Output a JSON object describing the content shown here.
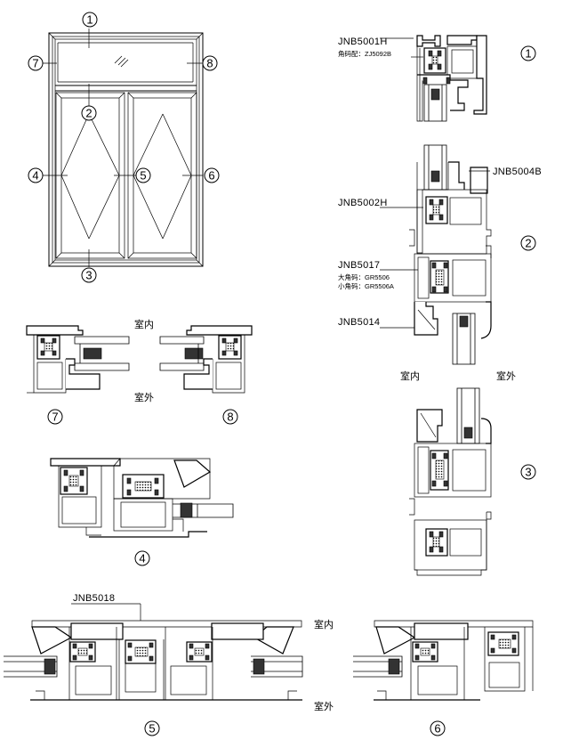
{
  "window_markers": [
    "1",
    "2",
    "3",
    "4",
    "5",
    "6",
    "7",
    "8"
  ],
  "section_numbers": {
    "s1": "1",
    "s2": "2",
    "s3": "3",
    "s4": "4",
    "s5": "5",
    "s6": "6",
    "s7": "7",
    "s8": "8"
  },
  "profiles": {
    "p1": {
      "code": "JNB5001H",
      "sub": "角码配：ZJ5092B"
    },
    "p2": {
      "code": "JNB5004B"
    },
    "p3": {
      "code": "JNB5002H"
    },
    "p4": {
      "code": "JNB5017",
      "sub1": "大角码：GR5506",
      "sub2": "小角码：GR5506A"
    },
    "p5": {
      "code": "JNB5014"
    },
    "p6": {
      "code": "JNB5018"
    }
  },
  "side_labels": {
    "indoor": "室内",
    "outdoor": "室外"
  }
}
